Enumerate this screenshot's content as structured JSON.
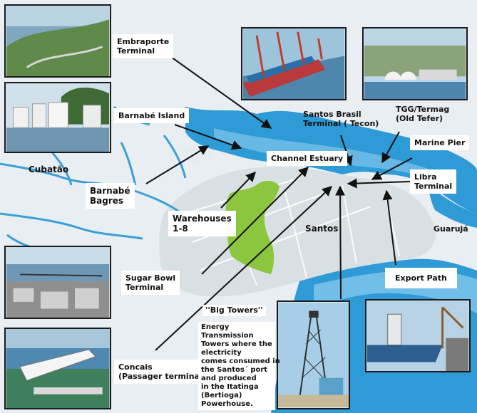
{
  "labels": {
    "embraporte": "Embraporte\nTerminal",
    "barnabe_island": "Barnabé Island",
    "cubatao": "Cubatão",
    "barnabe_bagres": "Barnabé\nBagres",
    "warehouses": "Warehouses\n1-8",
    "sugar_bowl": "Sugar Bowl\nTerminal",
    "concais": "Concais\n(Passager terminal)",
    "santos_brasil": "Santos Brasil\nTerminal ( Tecon)",
    "tgg": "TGG/Termag\n(Old Tefer)",
    "marine_pier": "Marine Pier",
    "channel_estuary": "Channel Estuary",
    "libra": "Libra\nTerminal",
    "santos": "Santos",
    "guaruja": "Guarujá",
    "export_path": "Export Path",
    "big_towers_title": "''Big Towers''",
    "big_towers_desc": "Energy\nTransmission\nTowers where the\nelectricity\ncomes consumed in\nthe Santos´ port\nand produced\nin the Itatinga\n(Bertioga)\nPowerhouse."
  },
  "photos": [
    {
      "name": "photo-embraporte",
      "alt": "aerial-port-icon"
    },
    {
      "name": "photo-barnabe-tanks",
      "alt": "tank-farm-icon"
    },
    {
      "name": "photo-container-cranes",
      "alt": "container-crane-icon"
    },
    {
      "name": "photo-tgg",
      "alt": "silo-terminal-icon"
    },
    {
      "name": "photo-sugar-bowl",
      "alt": "bridge-terminal-icon"
    },
    {
      "name": "photo-concais",
      "alt": "cruise-ship-icon"
    },
    {
      "name": "photo-big-tower",
      "alt": "transmission-tower-icon"
    },
    {
      "name": "photo-export",
      "alt": "cargo-ship-icon"
    }
  ],
  "colors": {
    "water": "#2e9ad6",
    "water_light": "#8fcdf0",
    "land": "#e6ecef",
    "santos_land": "#d9e0e3",
    "warehouse_zone": "#8cc63f",
    "river": "#3a9fd8",
    "road": "#ffffff"
  }
}
